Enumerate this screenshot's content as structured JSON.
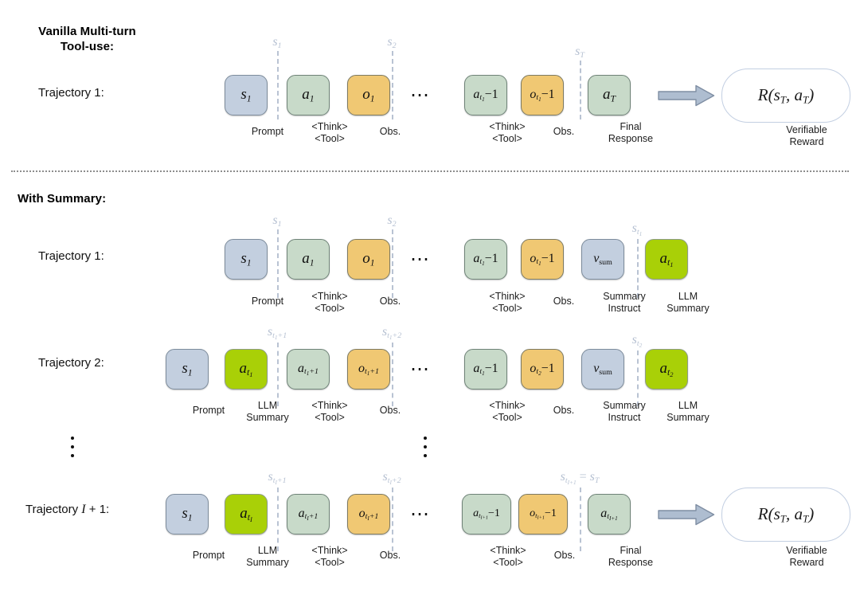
{
  "figure": {
    "sections": [
      {
        "id": "vanilla",
        "title": "Vanilla Multi-turn\nTool-use:"
      },
      {
        "id": "summary",
        "title": "With Summary:"
      }
    ],
    "row_labels": {
      "vanilla_traj1": "Trajectory 1:",
      "summary_traj1": "Trajectory 1:",
      "summary_traj2": "Trajectory 2:",
      "summary_trajI": "Trajectory I + 1:"
    },
    "ellipsis": {
      "horizontal": "⋯",
      "vertical": "⋮"
    },
    "colors": {
      "state_box": "#c3cfdf",
      "action_box": "#c8dac9",
      "observation_box": "#f0c873",
      "summary_box": "#a9d007",
      "separator": "#b9c3d3",
      "separator_label": "#b6c1d2",
      "arrow_fill": "#aebdd0",
      "arrow_stroke": "#7f8ea3",
      "reward_border": "#c3cfe2",
      "box_border": "#6e7f86"
    },
    "captions": {
      "prompt": "Prompt",
      "think_tool": "<Think>\n<Tool>",
      "obs": "Obs.",
      "final_response": "Final\nResponse",
      "verifiable_reward": "Verifiable\nReward",
      "summary_instruct": "Summary\nInstruct",
      "llm_summary": "LLM\nSummary"
    },
    "reward_expr": "R(s_T, a_T)",
    "rows": [
      {
        "id": "vanilla-traj1",
        "label": "Trajectory 1:",
        "tokens": [
          {
            "name": "s1",
            "kind": "state",
            "tex": "s_1",
            "caption": "Prompt"
          },
          {
            "name": "a1",
            "kind": "action",
            "tex": "a_1",
            "caption": "<Think>\n<Tool>"
          },
          {
            "name": "o1",
            "kind": "obs",
            "tex": "o_1",
            "caption": "Obs."
          },
          {
            "name": "at1m1",
            "kind": "action",
            "tex": "a_{t_1-1}",
            "caption": "<Think>\n<Tool>"
          },
          {
            "name": "ot1m1",
            "kind": "obs",
            "tex": "o_{t_1-1}",
            "caption": "Obs."
          },
          {
            "name": "aT",
            "kind": "action",
            "tex": "a_T",
            "caption": "Final\nResponse"
          }
        ],
        "separators": [
          "s_1",
          "s_2",
          "s_T"
        ],
        "has_reward": true
      },
      {
        "id": "summary-traj1",
        "label": "Trajectory 1:",
        "tokens": [
          {
            "name": "s1",
            "kind": "state",
            "tex": "s_1",
            "caption": "Prompt"
          },
          {
            "name": "a1",
            "kind": "action",
            "tex": "a_1",
            "caption": "<Think>\n<Tool>"
          },
          {
            "name": "o1",
            "kind": "obs",
            "tex": "o_1",
            "caption": "Obs."
          },
          {
            "name": "at1m1",
            "kind": "action",
            "tex": "a_{t_1-1}",
            "caption": "<Think>\n<Tool>"
          },
          {
            "name": "ot1m1",
            "kind": "obs",
            "tex": "o_{t_1-1}",
            "caption": "Obs."
          },
          {
            "name": "vsum",
            "kind": "state",
            "tex": "v_sum",
            "caption": "Summary\nInstruct"
          },
          {
            "name": "at1",
            "kind": "summary",
            "tex": "a_{t_1}",
            "caption": "LLM\nSummary"
          }
        ],
        "separators": [
          "s_1",
          "s_2",
          "s_{t_1}"
        ],
        "has_reward": false
      },
      {
        "id": "summary-traj2",
        "label": "Trajectory 2:",
        "tokens": [
          {
            "name": "s1",
            "kind": "state",
            "tex": "s_1",
            "caption": "Prompt"
          },
          {
            "name": "at1",
            "kind": "summary",
            "tex": "a_{t_1}",
            "caption": "LLM\nSummary"
          },
          {
            "name": "at1p1",
            "kind": "action",
            "tex": "a_{t_1+1}",
            "caption": "<Think>\n<Tool>"
          },
          {
            "name": "ot1p1",
            "kind": "obs",
            "tex": "o_{t_1+1}",
            "caption": "Obs."
          },
          {
            "name": "at1m1",
            "kind": "action",
            "tex": "a_{t_1-1}",
            "caption": "<Think>\n<Tool>"
          },
          {
            "name": "ot2m1",
            "kind": "obs",
            "tex": "o_{t_2-1}",
            "caption": "Obs."
          },
          {
            "name": "vsum",
            "kind": "state",
            "tex": "v_sum",
            "caption": "Summary\nInstruct"
          },
          {
            "name": "at2",
            "kind": "summary",
            "tex": "a_{t_2}",
            "caption": "LLM\nSummary"
          }
        ],
        "separators": [
          "s_{t_1+1}",
          "s_{t_1+2}",
          "s_{t_2}"
        ],
        "has_reward": false
      },
      {
        "id": "summary-trajI",
        "label": "Trajectory I + 1:",
        "tokens": [
          {
            "name": "s1",
            "kind": "state",
            "tex": "s_1",
            "caption": "Prompt"
          },
          {
            "name": "atI",
            "kind": "summary",
            "tex": "a_{t_I}",
            "caption": "LLM\nSummary"
          },
          {
            "name": "atIp1",
            "kind": "action",
            "tex": "a_{t_I+1}",
            "caption": "<Think>\n<Tool>"
          },
          {
            "name": "otIp1",
            "kind": "obs",
            "tex": "o_{t_I+1}",
            "caption": "Obs."
          },
          {
            "name": "atI1m1",
            "kind": "action",
            "tex": "a_{t_{I+1}-1}",
            "caption": "<Think>\n<Tool>"
          },
          {
            "name": "otI1m1",
            "kind": "obs",
            "tex": "o_{t_{I+1}-1}",
            "caption": "Obs."
          },
          {
            "name": "atI1",
            "kind": "action",
            "tex": "a_{t_{I+1}}",
            "caption": "Final\nResponse"
          }
        ],
        "separators": [
          "s_{t_I+1}",
          "s_{t_I+2}",
          "s_{t_{I+1}} = s_T"
        ],
        "has_reward": true
      }
    ]
  }
}
